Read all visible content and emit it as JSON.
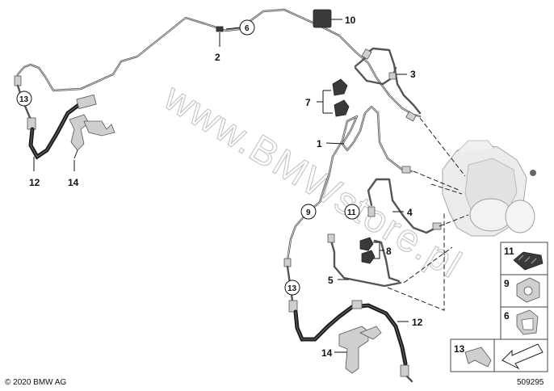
{
  "watermark": "www.BMWstore.pl",
  "copyright": "© 2020 BMW AG",
  "diagram_number": "509295",
  "callouts": {
    "c1": "1",
    "c2": "2",
    "c3": "3",
    "c4": "4",
    "c5": "5",
    "c7": "7",
    "c8": "8",
    "c10": "10",
    "c12a": "12",
    "c12b": "12",
    "c14a": "14",
    "c14b": "14",
    "c6": "6",
    "c9": "9",
    "c11": "11",
    "c13a": "13",
    "c13b": "13"
  },
  "legend": {
    "k11": "11",
    "k9": "9",
    "k6": "6",
    "k13": "13"
  }
}
